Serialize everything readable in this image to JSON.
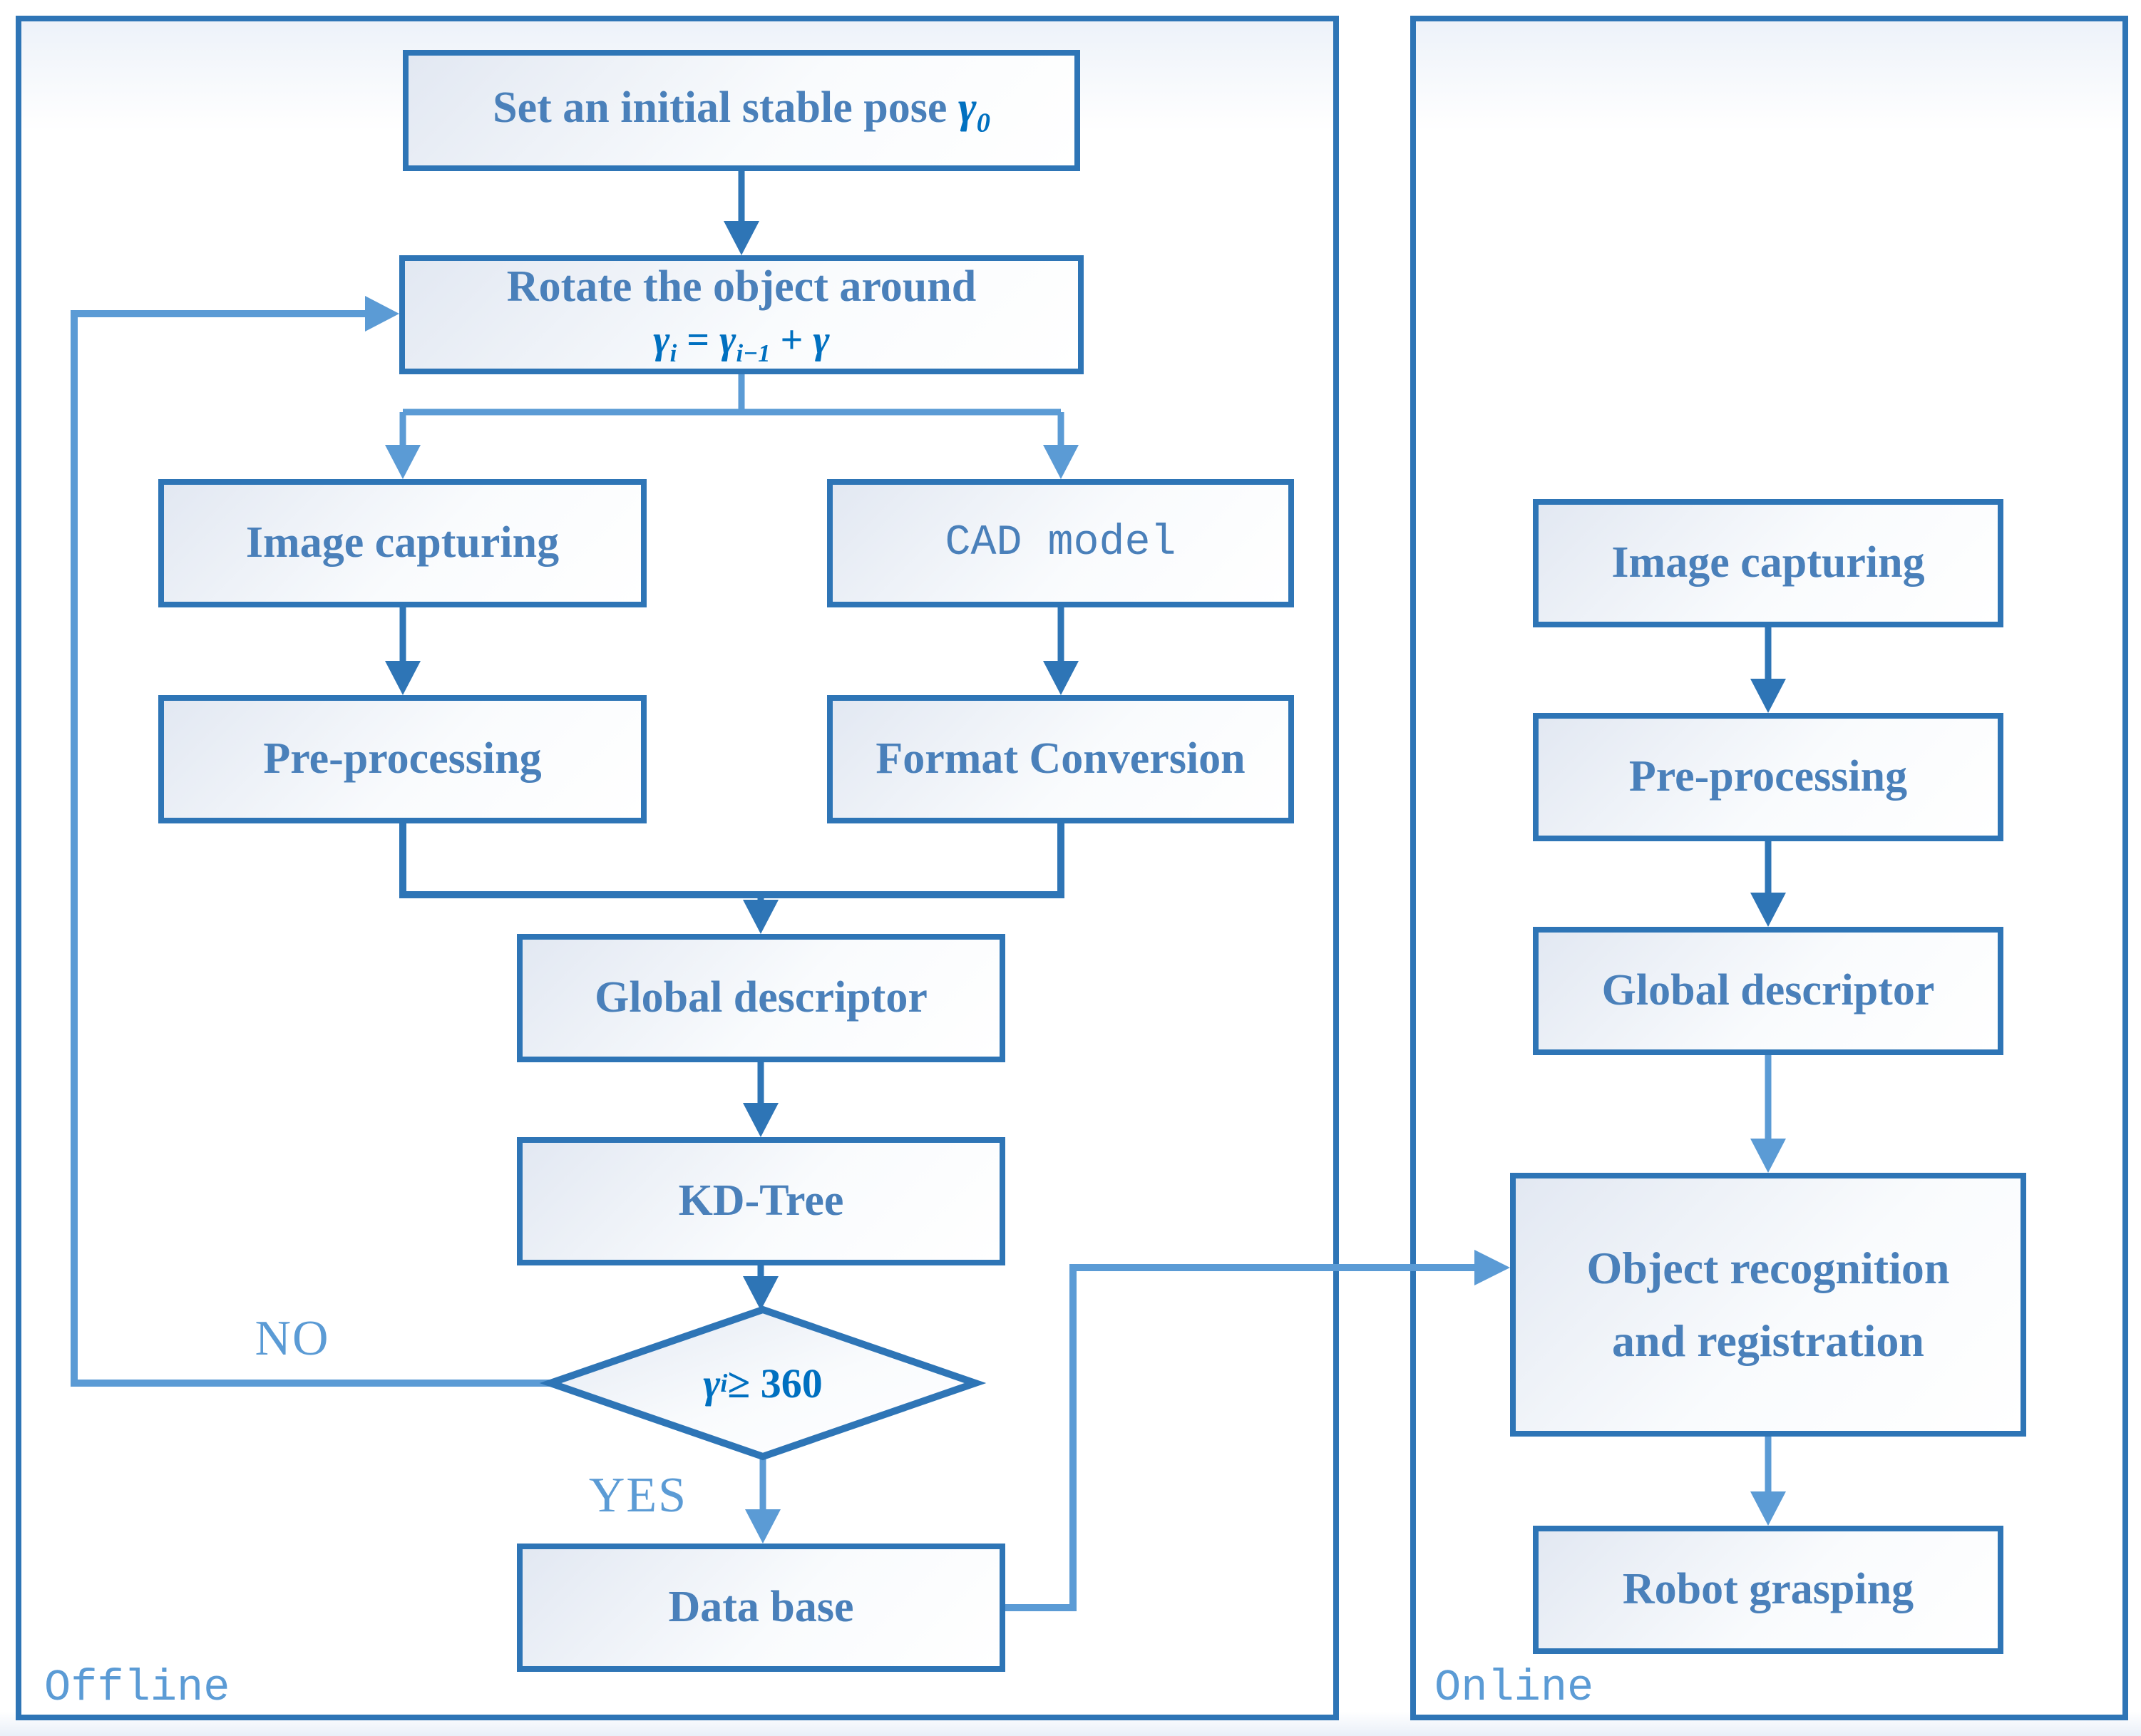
{
  "colors": {
    "box_border": "#2E75B6",
    "box_text": "#4A80BA",
    "math_text": "#0070C0",
    "connector_dark": "#2E75B6",
    "connector_light": "#5B9BD5",
    "side_label": "#5B9BD5"
  },
  "offline": {
    "label": "Offline",
    "set_pose": {
      "text": "Set an initial stable pose ",
      "gamma": "γ",
      "sub": "0"
    },
    "rotate": {
      "title": "Rotate the object around",
      "f_g1": "γ",
      "f_s1": "i",
      "f_eq": " = ",
      "f_g2": "γ",
      "f_s2": "i−1",
      "f_plus": " + ",
      "f_g3": "γ"
    },
    "image_capturing": "Image capturing",
    "pre_processing": "Pre-processing",
    "cad_model": "CAD model",
    "format_conversion": "Format Conversion",
    "global_descriptor": "Global descriptor",
    "kd_tree": "KD-Tree",
    "decision": {
      "gamma": "γ",
      "sub": "i",
      "rest": " ≥ 360"
    },
    "database": "Data base",
    "no_label": "NO",
    "yes_label": "YES"
  },
  "online": {
    "label": "Online",
    "image_capturing": "Image capturing",
    "pre_processing": "Pre-processing",
    "global_descriptor": "Global descriptor",
    "object_recognition_line1": "Object recognition",
    "object_recognition_line2": "and registration",
    "robot_grasping": "Robot grasping"
  }
}
